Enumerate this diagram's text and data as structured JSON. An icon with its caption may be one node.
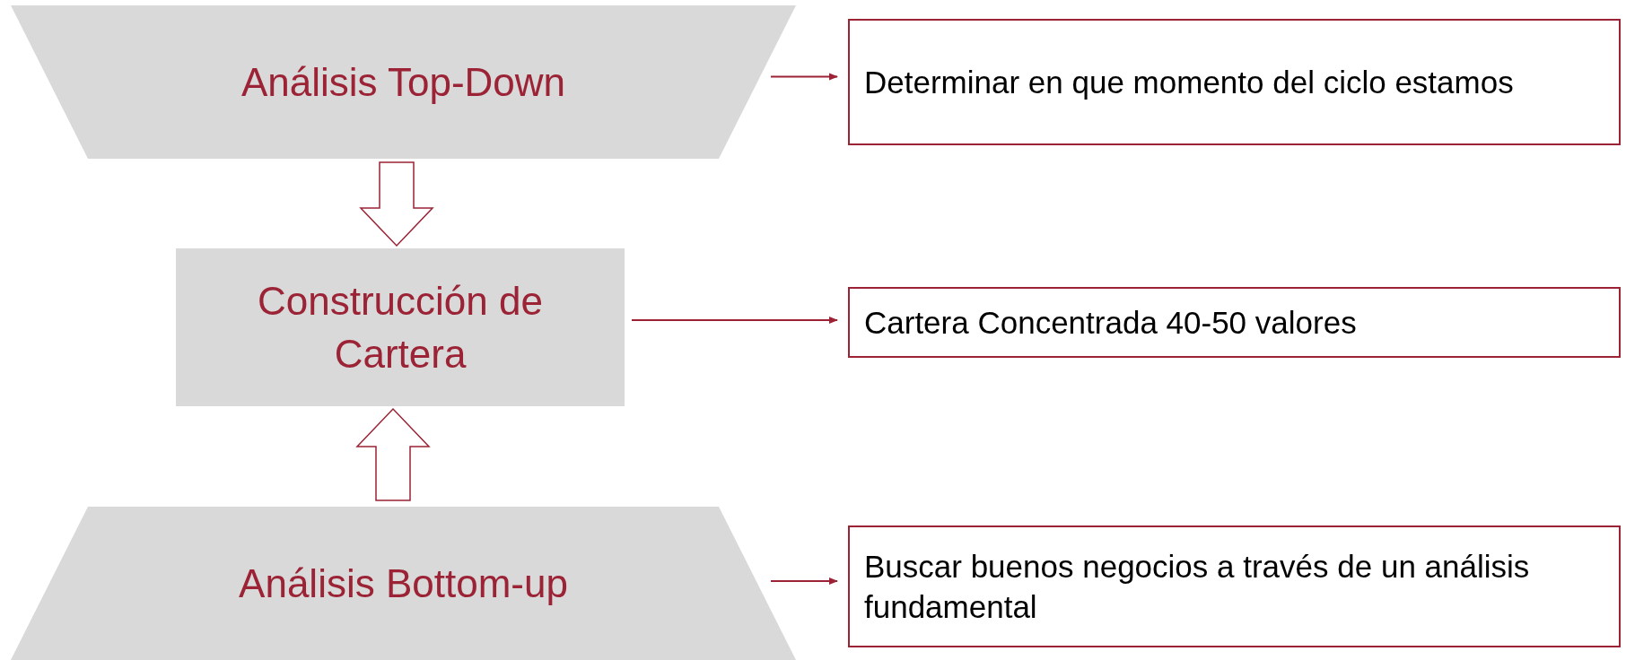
{
  "diagram": {
    "nodes": [
      {
        "text": [
          "Análisis Top-Down"
        ]
      },
      {
        "text": [
          "Determinar en que momento del ciclo estamos"
        ]
      },
      {
        "text": [
          "Construcción de Cartera"
        ]
      },
      {
        "text": [
          "Cartera Concentrada 40-50 valores"
        ]
      },
      {
        "text": [
          "Análisis Bottom-up"
        ]
      },
      {
        "text": [
          "Buscar buenos negocios a través de un análisis fundamental"
        ]
      }
    ],
    "edges": [
      {
        "from": 0,
        "to": 1,
        "arrow": "to"
      },
      {
        "from": 0,
        "to": 2,
        "arrow": "to",
        "style": "thick"
      },
      {
        "from": 2,
        "to": 3,
        "arrow": "to"
      },
      {
        "from": 4,
        "to": 2,
        "arrow": "to",
        "style": "thick"
      },
      {
        "from": 4,
        "to": 5,
        "arrow": "to"
      }
    ]
  }
}
